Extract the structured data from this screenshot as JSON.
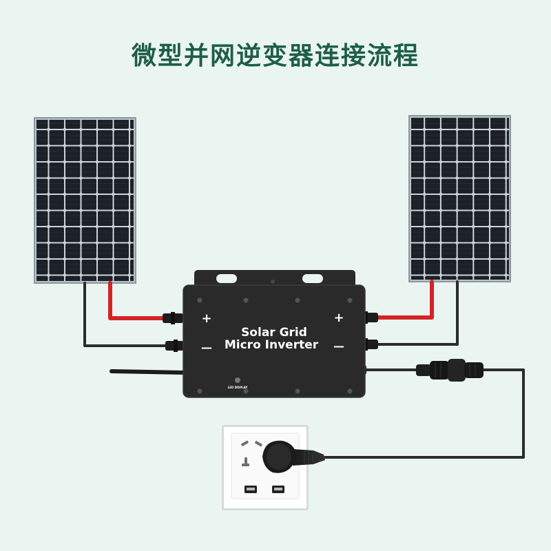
{
  "title": "微型并网逆变器连接流程",
  "inverter": {
    "line1": "Solar Grid",
    "line2": "Micro Inverter",
    "plus_symbol": "+",
    "minus_symbol": "—",
    "led_label": "LED DISPLAY"
  },
  "colors": {
    "background": "#eaf5f2",
    "title": "#1e5e48",
    "positive_cable": "#d42424",
    "negative_cable": "#2b2b2b",
    "inverter_body": "#2a2a2a",
    "panel_cell": "#1c2127"
  }
}
